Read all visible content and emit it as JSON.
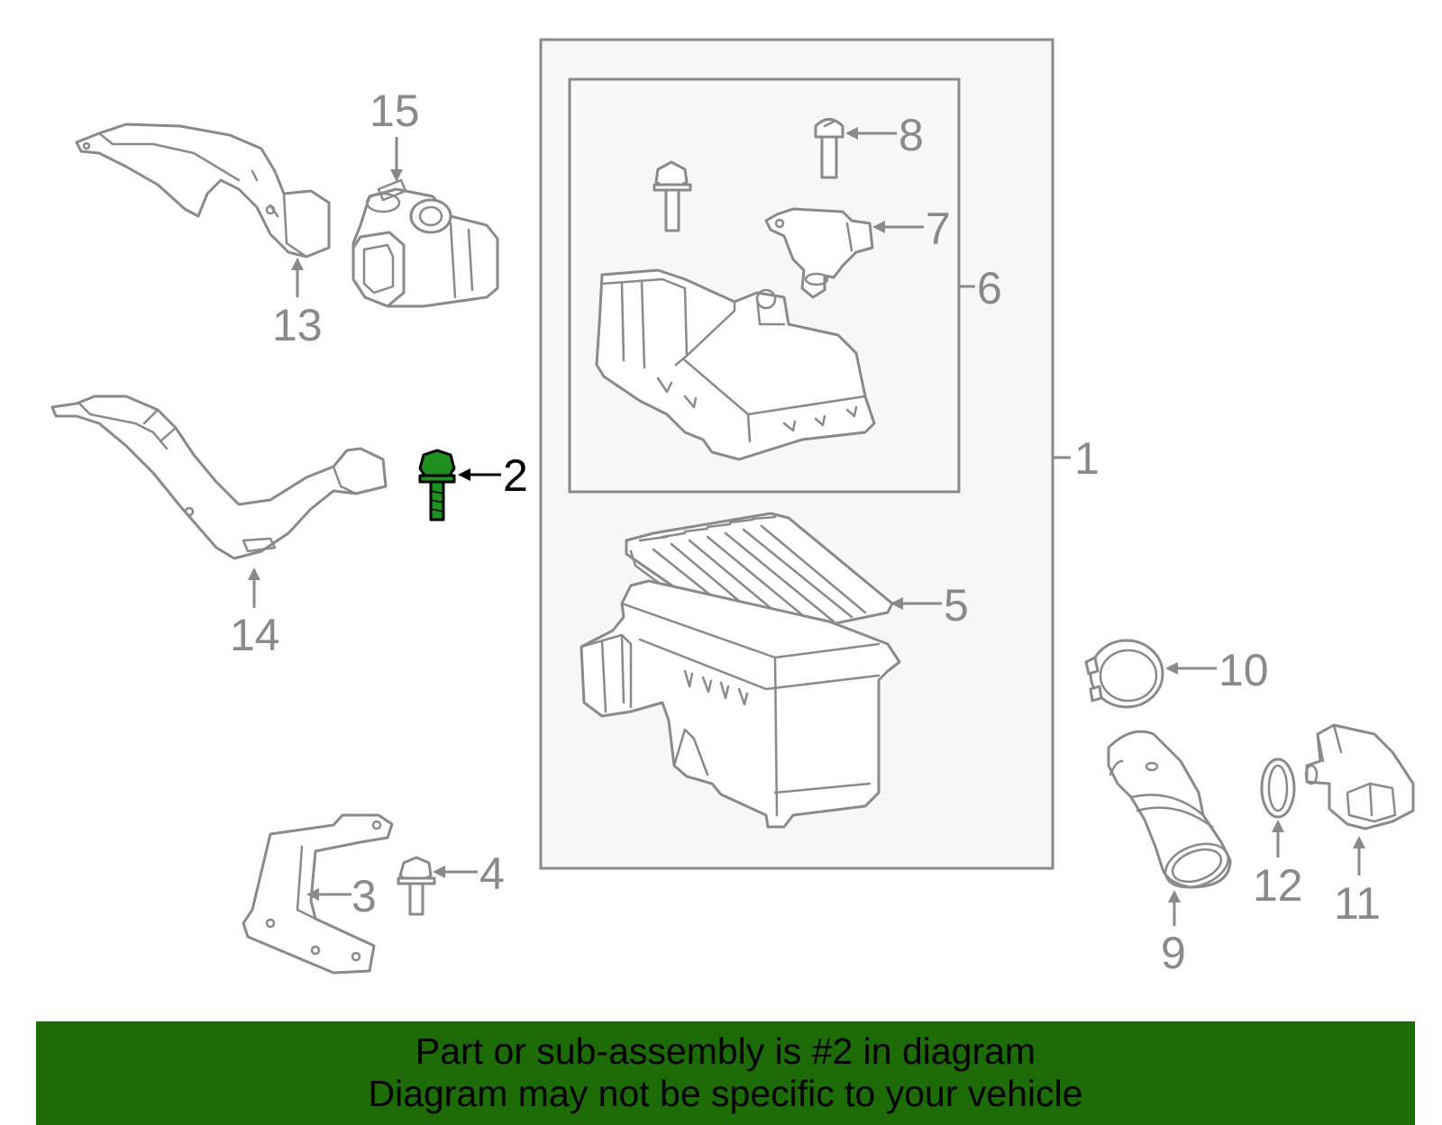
{
  "callouts": {
    "c1": "1",
    "c2": "2",
    "c3": "3",
    "c4": "4",
    "c5": "5",
    "c6": "6",
    "c7": "7",
    "c8": "8",
    "c9": "9",
    "c10": "10",
    "c11": "11",
    "c12": "12",
    "c13": "13",
    "c14": "14",
    "c15": "15"
  },
  "highlight": {
    "part_number": "2",
    "color": "#1f8f1f"
  },
  "banner": {
    "line1": "Part or sub-assembly is #2 in diagram",
    "line2": "Diagram may not be specific to your vehicle",
    "color": "#1d6b06"
  }
}
